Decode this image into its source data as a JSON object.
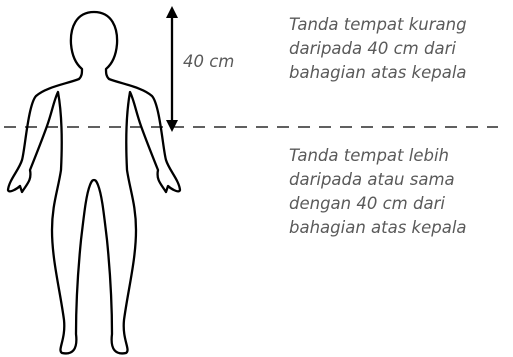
{
  "diagram": {
    "measurement_label": "40 cm",
    "upper_zone_text": [
      "Tanda tempat kurang",
      "daripada 40 cm dari",
      "bahagian atas kepala"
    ],
    "lower_zone_text": [
      "Tanda tempat lebih",
      "daripada atau sama",
      "dengan 40 cm dari",
      "bahagian atas kepala"
    ],
    "icons": {
      "body_outline": "human-body-outline-icon",
      "measurement_arrow": "double-headed-arrow-icon",
      "boundary_line": "dashed-line"
    },
    "colors": {
      "outline": "#000000",
      "text": "#5a5a5a",
      "background": "#ffffff"
    }
  }
}
